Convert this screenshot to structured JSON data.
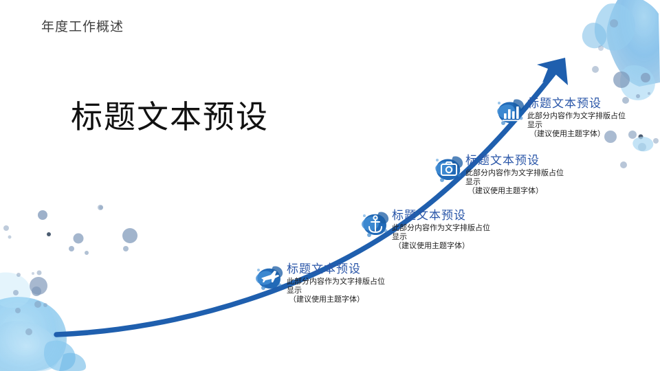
{
  "slide": {
    "header_title": "年度工作概述",
    "main_title": "标题文本预设",
    "background_color": "#ffffff"
  },
  "theme": {
    "accent_blue": "#1f5fae",
    "heading_blue": "#2a56a8",
    "body_text": "#1c1c1c",
    "header_text": "#3e3e3e",
    "title_text": "#111111",
    "splash_light": "#7fc0ea",
    "splash_dot": "#7d97b8"
  },
  "arrow": {
    "name": "growth-curve-arrow",
    "color": "#1f5fae",
    "direction": "up-right"
  },
  "nodes": [
    {
      "id": "node-1",
      "icon": "airplane-icon",
      "heading": "标题文本预设",
      "body_line_1": "此部分内容作为文字排版占位",
      "body_line_2": "显示",
      "body_line_3": "（建议使用主题字体）"
    },
    {
      "id": "node-2",
      "icon": "anchor-icon",
      "heading": "标题文本预设",
      "body_line_1": "此部分内容作为文字排版占位",
      "body_line_2": "显示",
      "body_line_3": "（建议使用主题字体）"
    },
    {
      "id": "node-3",
      "icon": "camera-icon",
      "heading": "标题文本预设",
      "body_line_1": "此部分内容作为文字排版占位",
      "body_line_2": "显示",
      "body_line_3": "（建议使用主题字体）"
    },
    {
      "id": "node-4",
      "icon": "bar-chart-icon",
      "heading": "标题文本预设",
      "body_line_1": "此部分内容作为文字排版占位",
      "body_line_2": "显示",
      "body_line_3": "（建议使用主题字体）"
    }
  ]
}
